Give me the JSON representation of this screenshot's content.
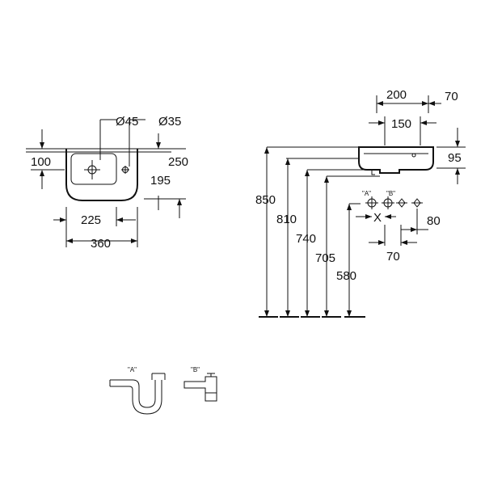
{
  "dims": {
    "hole_diam_45": "Ø45",
    "hole_diam_35": "Ø35",
    "d100": "100",
    "d250": "250",
    "d195": "195",
    "d225": "225",
    "d360": "360",
    "d200": "200",
    "d70_top": "70",
    "d150": "150",
    "d95": "95",
    "d850": "850",
    "d810": "810",
    "d740": "740",
    "d705": "705",
    "d580": "580",
    "d80": "80",
    "d70_bottom": "70"
  },
  "markers": {
    "a_top": "\"A\"",
    "b_top": "\"B\"",
    "x_mark": "X",
    "a_trap": "\"A\"",
    "b_trap": "\"B\""
  }
}
